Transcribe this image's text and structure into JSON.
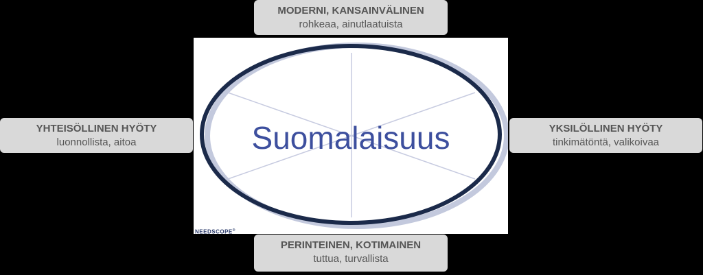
{
  "center": {
    "title": "Suomalaisuus",
    "logo": "NEEDSCOPE"
  },
  "labels": {
    "top": {
      "title": "MODERNI, KANSAINVÄLINEN",
      "subtitle": "rohkeaa, ainutlaatuista"
    },
    "bottom": {
      "title": "PERINTEINEN, KOTIMAINEN",
      "subtitle": "tuttua, turvallista"
    },
    "left": {
      "title": "YHTEISÖLLINEN HYÖTY",
      "subtitle": "luonnollista, aitoa"
    },
    "right": {
      "title": "YKSILÖLLINEN HYÖTY",
      "subtitle": "tinkimätöntä, valikoivaa"
    }
  },
  "colors": {
    "background": "#000000",
    "label_box": "#d9d9d9",
    "ellipse_stroke": "#1b2a4a",
    "ellipse_shadow": "#c3c9dd",
    "spokes": "#c7cbe0",
    "center_text": "#3d4f9e"
  }
}
